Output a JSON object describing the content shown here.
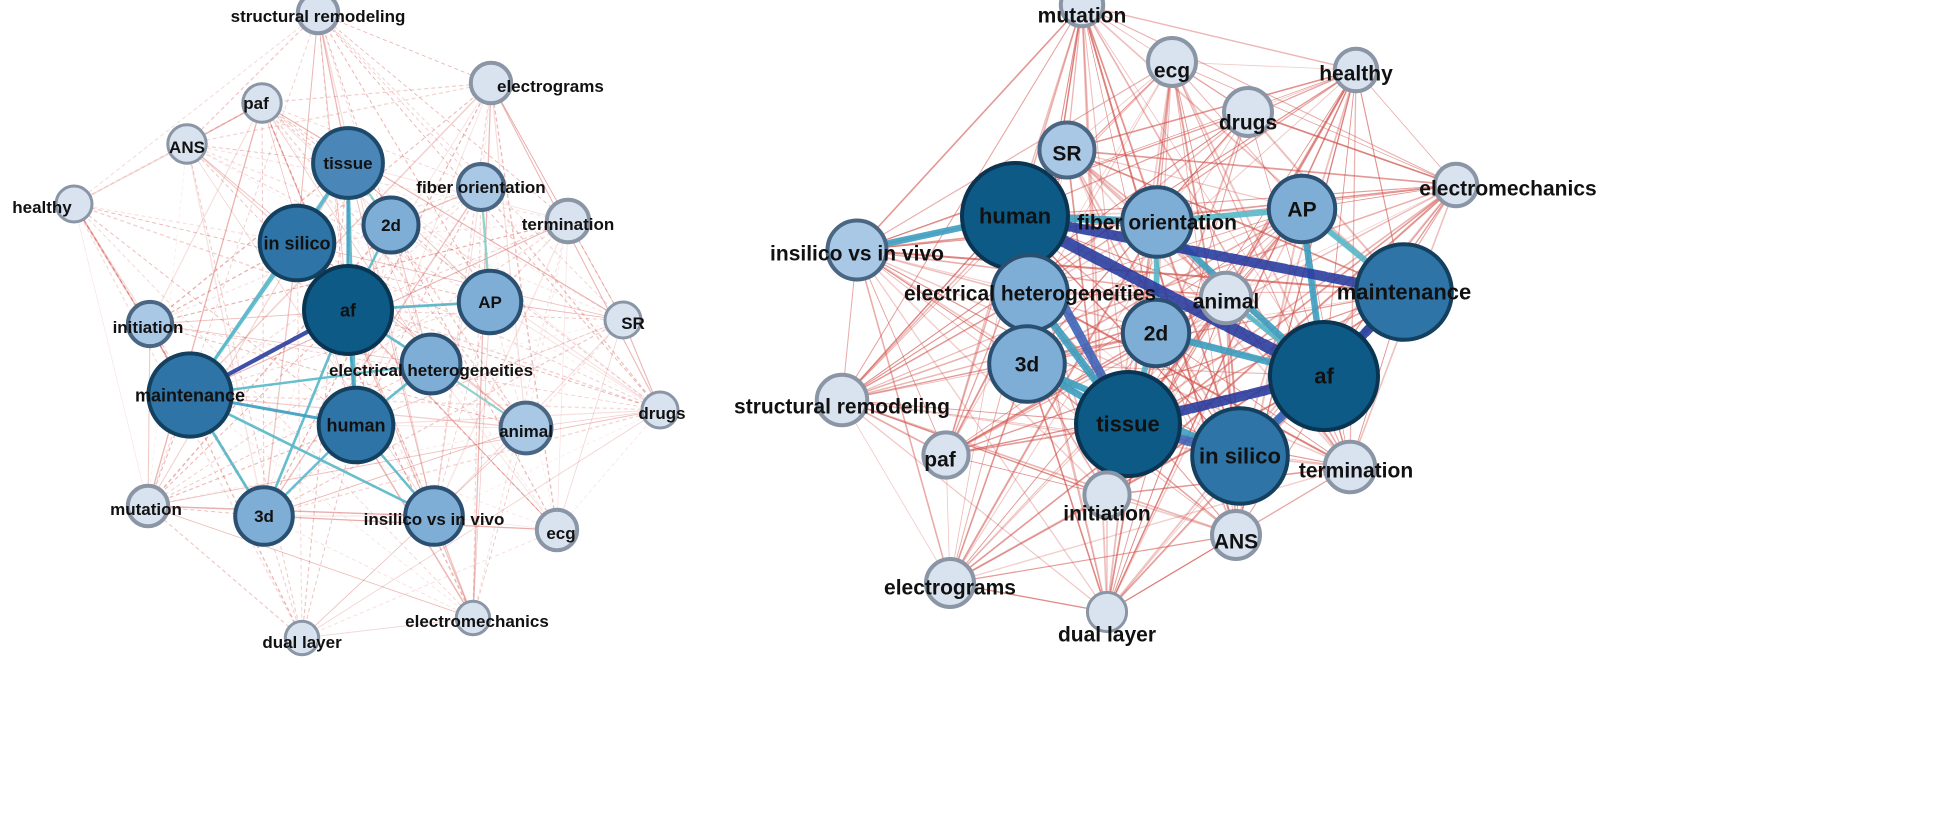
{
  "networks": [
    {
      "id": "left",
      "nodes": [
        {
          "id": "af",
          "label": "af",
          "weight": 5
        },
        {
          "id": "maintenance",
          "label": "maintenance",
          "weight": 4.4
        },
        {
          "id": "human",
          "label": "human",
          "weight": 3.4
        },
        {
          "id": "in silico",
          "label": "in silico",
          "weight": 3.4
        },
        {
          "id": "tissue",
          "label": "tissue",
          "weight": 2.9
        },
        {
          "id": "AP",
          "label": "AP",
          "weight": 2.2
        },
        {
          "id": "electrical heterogeneities",
          "label": "electrical heterogeneities",
          "weight": 1.9
        },
        {
          "id": "3d",
          "label": "3d",
          "weight": 1.8
        },
        {
          "id": "insilico vs in vivo",
          "label": "insilico vs in vivo",
          "weight": 1.8
        },
        {
          "id": "2d",
          "label": "2d",
          "weight": 1.6
        },
        {
          "id": "animal",
          "label": "animal",
          "weight": 1.3
        },
        {
          "id": "fiber orientation",
          "label": "fiber orientation",
          "weight": 1
        },
        {
          "id": "initiation",
          "label": "initiation",
          "weight": 0.9
        },
        {
          "id": "termination",
          "label": "termination",
          "weight": 0.8
        },
        {
          "id": "structural remodeling",
          "label": "structural remodeling",
          "weight": 0.7
        },
        {
          "id": "electrograms",
          "label": "electrograms",
          "weight": 0.7
        },
        {
          "id": "paf",
          "label": "paf",
          "weight": 0.6
        },
        {
          "id": "ANS",
          "label": "ANS",
          "weight": 0.6
        },
        {
          "id": "healthy",
          "label": "healthy",
          "weight": 0.5
        },
        {
          "id": "SR",
          "label": "SR",
          "weight": 0.5
        },
        {
          "id": "drugs",
          "label": "drugs",
          "weight": 0.5
        },
        {
          "id": "mutation",
          "label": "mutation",
          "weight": 0.7
        },
        {
          "id": "ecg",
          "label": "ecg",
          "weight": 0.7
        },
        {
          "id": "dual layer",
          "label": "dual layer",
          "weight": 0.4
        },
        {
          "id": "electromechanics",
          "label": "electromechanics",
          "weight": 0.4
        }
      ],
      "strong_links": [
        {
          "source": "af",
          "target": "maintenance",
          "strength": 0.8
        },
        {
          "source": "af",
          "target": "tissue",
          "strength": 0.5
        },
        {
          "source": "af",
          "target": "in silico",
          "strength": 0.45
        },
        {
          "source": "af",
          "target": "human",
          "strength": 0.45
        },
        {
          "source": "af",
          "target": "AP",
          "strength": 0.4
        },
        {
          "source": "af",
          "target": "electrical heterogeneities",
          "strength": 0.35
        },
        {
          "source": "af",
          "target": "2d",
          "strength": 0.3
        },
        {
          "source": "af",
          "target": "3d",
          "strength": 0.35
        },
        {
          "source": "maintenance",
          "target": "human",
          "strength": 0.45
        },
        {
          "source": "maintenance",
          "target": "in silico",
          "strength": 0.4
        },
        {
          "source": "maintenance",
          "target": "3d",
          "strength": 0.4
        },
        {
          "source": "maintenance",
          "target": "insilico vs in vivo",
          "strength": 0.35
        },
        {
          "source": "maintenance",
          "target": "electrical heterogeneities",
          "strength": 0.3
        },
        {
          "source": "maintenance",
          "target": "tissue",
          "strength": 0.3
        },
        {
          "source": "in silico",
          "target": "tissue",
          "strength": 0.4
        },
        {
          "source": "human",
          "target": "electrical heterogeneities",
          "strength": 0.35
        },
        {
          "source": "human",
          "target": "3d",
          "strength": 0.3
        },
        {
          "source": "human",
          "target": "insilico vs in vivo",
          "strength": 0.3
        },
        {
          "source": "tissue",
          "target": "human",
          "strength": 0.3
        },
        {
          "source": "AP",
          "target": "fiber orientation",
          "strength": 0.25
        },
        {
          "source": "2d",
          "target": "tissue",
          "strength": 0.25
        },
        {
          "source": "electrical heterogeneities",
          "target": "animal",
          "strength": 0.2
        }
      ]
    },
    {
      "id": "right",
      "nodes": [
        {
          "id": "af",
          "label": "af",
          "weight": 5
        },
        {
          "id": "human",
          "label": "human",
          "weight": 4.8
        },
        {
          "id": "tissue",
          "label": "tissue",
          "weight": 4.6
        },
        {
          "id": "maintenance",
          "label": "maintenance",
          "weight": 3.8
        },
        {
          "id": "in silico",
          "label": "in silico",
          "weight": 3.8
        },
        {
          "id": "electrical heterogeneities",
          "label": "electrical heterogeneities",
          "weight": 2.2
        },
        {
          "id": "3d",
          "label": "3d",
          "weight": 2.2
        },
        {
          "id": "fiber orientation",
          "label": "fiber orientation",
          "weight": 1.8
        },
        {
          "id": "AP",
          "label": "AP",
          "weight": 1.6
        },
        {
          "id": "2d",
          "label": "2d",
          "weight": 1.6
        },
        {
          "id": "insilico vs in vivo",
          "label": "insilico vs in vivo",
          "weight": 1.2
        },
        {
          "id": "SR",
          "label": "SR",
          "weight": 1
        },
        {
          "id": "animal",
          "label": "animal",
          "weight": 0.8
        },
        {
          "id": "termination",
          "label": "termination",
          "weight": 0.8
        },
        {
          "id": "structural remodeling",
          "label": "structural remodeling",
          "weight": 0.8
        },
        {
          "id": "drugs",
          "label": "drugs",
          "weight": 0.7
        },
        {
          "id": "ecg",
          "label": "ecg",
          "weight": 0.7
        },
        {
          "id": "electrograms",
          "label": "electrograms",
          "weight": 0.7
        },
        {
          "id": "ANS",
          "label": "ANS",
          "weight": 0.7
        },
        {
          "id": "initiation",
          "label": "initiation",
          "weight": 0.6
        },
        {
          "id": "paf",
          "label": "paf",
          "weight": 0.6
        },
        {
          "id": "mutation",
          "label": "mutation",
          "weight": 0.5
        },
        {
          "id": "healthy",
          "label": "healthy",
          "weight": 0.5
        },
        {
          "id": "electromechanics",
          "label": "electromechanics",
          "weight": 0.5
        },
        {
          "id": "dual layer",
          "label": "dual layer",
          "weight": 0.4
        }
      ],
      "strong_links": [
        {
          "source": "human",
          "target": "af",
          "strength": 1
        },
        {
          "source": "human",
          "target": "maintenance",
          "strength": 0.8
        },
        {
          "source": "af",
          "target": "tissue",
          "strength": 0.8
        },
        {
          "source": "af",
          "target": "maintenance",
          "strength": 0.75
        },
        {
          "source": "tissue",
          "target": "in silico",
          "strength": 0.7
        },
        {
          "source": "human",
          "target": "tissue",
          "strength": 0.7
        },
        {
          "source": "af",
          "target": "in silico",
          "strength": 0.65
        },
        {
          "source": "human",
          "target": "fiber orientation",
          "strength": 0.55
        },
        {
          "source": "tissue",
          "target": "electrical heterogeneities",
          "strength": 0.55
        },
        {
          "source": "af",
          "target": "2d",
          "strength": 0.5
        },
        {
          "source": "3d",
          "target": "tissue",
          "strength": 0.5
        },
        {
          "source": "human",
          "target": "electrical heterogeneities",
          "strength": 0.5
        },
        {
          "source": "human",
          "target": "insilico vs in vivo",
          "strength": 0.45
        },
        {
          "source": "af",
          "target": "AP",
          "strength": 0.45
        },
        {
          "source": "af",
          "target": "fiber orientation",
          "strength": 0.45
        },
        {
          "source": "maintenance",
          "target": "AP",
          "strength": 0.4
        },
        {
          "source": "in silico",
          "target": "3d",
          "strength": 0.45
        },
        {
          "source": "fiber orientation",
          "target": "AP",
          "strength": 0.4
        },
        {
          "source": "electrical heterogeneities",
          "target": "3d",
          "strength": 0.4
        },
        {
          "source": "2d",
          "target": "tissue",
          "strength": 0.4
        },
        {
          "source": "human",
          "target": "SR",
          "strength": 0.35
        },
        {
          "source": "animal",
          "target": "af",
          "strength": 0.3
        },
        {
          "source": "in silico",
          "target": "maintenance",
          "strength": 0.4
        },
        {
          "source": "fiber orientation",
          "target": "2d",
          "strength": 0.35
        }
      ]
    }
  ]
}
